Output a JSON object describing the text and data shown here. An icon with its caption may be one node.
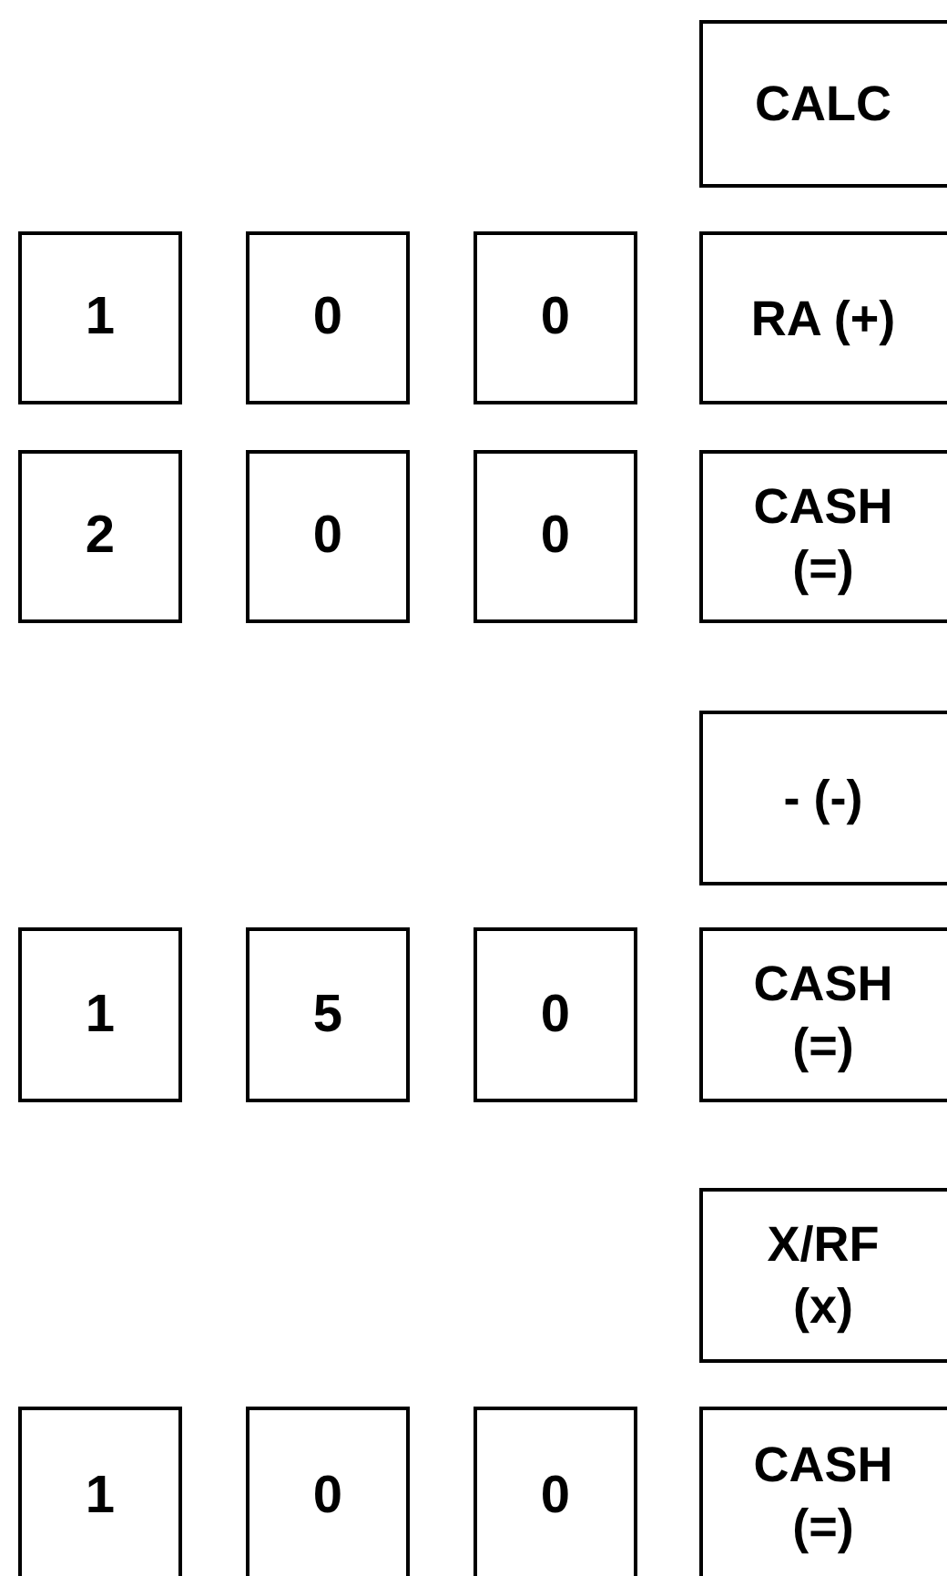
{
  "diagram": {
    "nodes": [
      {
        "text": [
          "CALC"
        ]
      },
      {
        "text": [
          "1"
        ]
      },
      {
        "text": [
          "0"
        ]
      },
      {
        "text": [
          "0"
        ]
      },
      {
        "text": [
          "RA (+)"
        ]
      },
      {
        "text": [
          "2"
        ]
      },
      {
        "text": [
          "0"
        ]
      },
      {
        "text": [
          "0"
        ]
      },
      {
        "text": [
          "CASH (=)"
        ]
      },
      {
        "text": [
          "- (-)"
        ]
      },
      {
        "text": [
          "1"
        ]
      },
      {
        "text": [
          "5"
        ]
      },
      {
        "text": [
          "0"
        ]
      },
      {
        "text": [
          "CASH (=)"
        ]
      },
      {
        "text": [
          "X/RF (x)"
        ]
      },
      {
        "text": [
          "1"
        ]
      },
      {
        "text": [
          "0"
        ]
      },
      {
        "text": [
          "0"
        ]
      },
      {
        "text": [
          "CASH (=)"
        ]
      }
    ]
  }
}
